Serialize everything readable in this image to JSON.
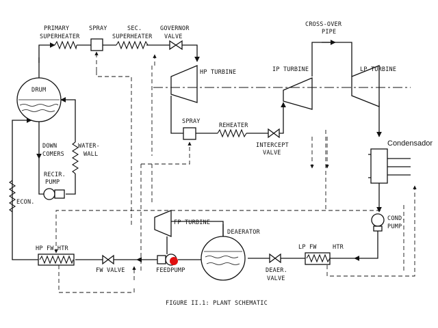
{
  "figure": {
    "caption": "FIGURE II.1:  PLANT SCHEMATIC"
  },
  "labels": {
    "primary_superheater_1": "PRIMARY",
    "primary_superheater_2": "SUPERHEATER",
    "spray_top": "SPRAY",
    "sec_superheater_1": "SEC.",
    "sec_superheater_2": "SUPERHEATER",
    "governor_valve_1": "GOVERNOR",
    "governor_valve_2": "VALVE",
    "crossover_pipe_1": "CROSS-OVER",
    "crossover_pipe_2": "PIPE",
    "hp_turbine": "HP TURBINE",
    "ip_turbine": "IP TURBINE",
    "lp_turbine": "LP TURBINE",
    "drum": "DRUM",
    "spray_reheat": "SPRAY",
    "reheater": "REHEATER",
    "intercept_valve_1": "INTERCEPT",
    "intercept_valve_2": "VALVE",
    "condensador": "Condensador",
    "downcomers_1": "DOWN",
    "downcomers_2": "COMERS",
    "waterwall_1": "WATER-",
    "waterwall_2": "WALL",
    "recir_pump_1": "RECIR.",
    "recir_pump_2": "PUMP",
    "econ": "ECON.",
    "fp_turbine": "FP TURBINE",
    "deaerator": "DEAERATOR",
    "cond_pump_1": "COND.",
    "cond_pump_2": "PUMP",
    "hp_fw_htr": "HP FW HTR",
    "lp_fw": "LP FW",
    "lp_htr": "HTR",
    "fw_valve": "FW VALVE",
    "feedpump": "FEEDPUMP",
    "deaer_valve_1": "DEAER.",
    "deaer_valve_2": "VALVE"
  },
  "colors": {
    "line": "#111111",
    "feedpump_marker": "#e01010",
    "background": "#ffffff"
  }
}
